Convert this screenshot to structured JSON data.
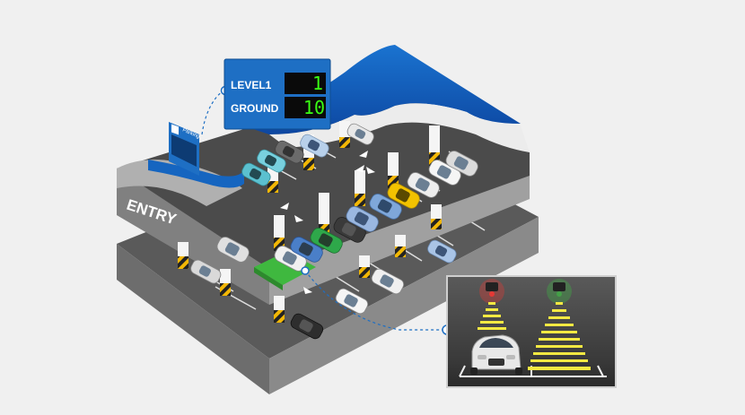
{
  "sign": {
    "rows": [
      {
        "label": "LEVEL1",
        "value": "1"
      },
      {
        "label": "GROUND",
        "value": "10"
      }
    ]
  },
  "small_sign": {
    "parking_text": "Parking"
  },
  "entry_label": "ENTRY",
  "colors": {
    "sky_blue": "#1565c0",
    "sign_blue": "#1e6fc4",
    "display_green": "#39ff14",
    "floor_dark": "#4a4a4a",
    "slab_gray": "#7d7d7d",
    "available_space_green": "#3fb83f",
    "sensor_red": "#e53935",
    "sensor_green": "#43a047",
    "beam_yellow": "#f5e942"
  },
  "sensor_inset": {
    "left_sensor": {
      "status": "occupied",
      "color_key": "sensor_red"
    },
    "right_sensor": {
      "status": "vacant",
      "color_key": "sensor_green"
    }
  },
  "icons": [
    "parking-p-icon",
    "direction-arrow-icon",
    "occupancy-sensor-icon",
    "car-icon"
  ]
}
